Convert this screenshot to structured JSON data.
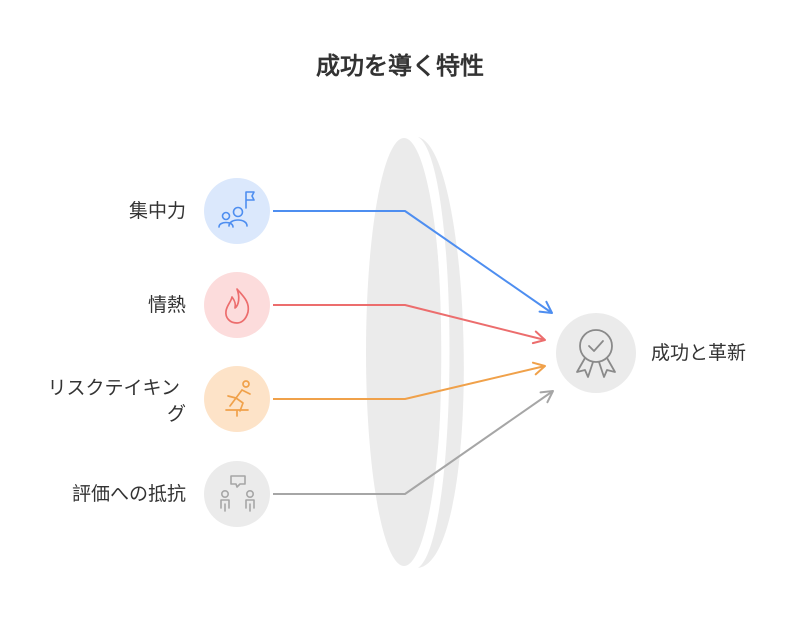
{
  "title": "成功を導く特性",
  "inputs": [
    {
      "label_lines": [
        "集中力"
      ],
      "icon": "focus-target-icon",
      "color": "#4e8ef0",
      "circle_fill": "#dbe8fc"
    },
    {
      "label_lines": [
        "情熱"
      ],
      "icon": "flame-icon",
      "color": "#ec6d6d",
      "circle_fill": "#fcdcdc"
    },
    {
      "label_lines": [
        "リスクテイキン",
        "グ"
      ],
      "icon": "hurdle-runner-icon",
      "color": "#f0a14a",
      "circle_fill": "#fde3c8"
    },
    {
      "label_lines": [
        "評価への抵抗"
      ],
      "icon": "people-talking-icon",
      "color": "#a6a6a6",
      "circle_fill": "#ebebeb"
    }
  ],
  "output": {
    "label": "成功と革新",
    "icon": "award-badge-icon",
    "color": "#8a8a8a",
    "circle_fill": "#ebebeb"
  },
  "lens": {
    "fill": "#ebebeb",
    "edge": "#ffffff"
  }
}
